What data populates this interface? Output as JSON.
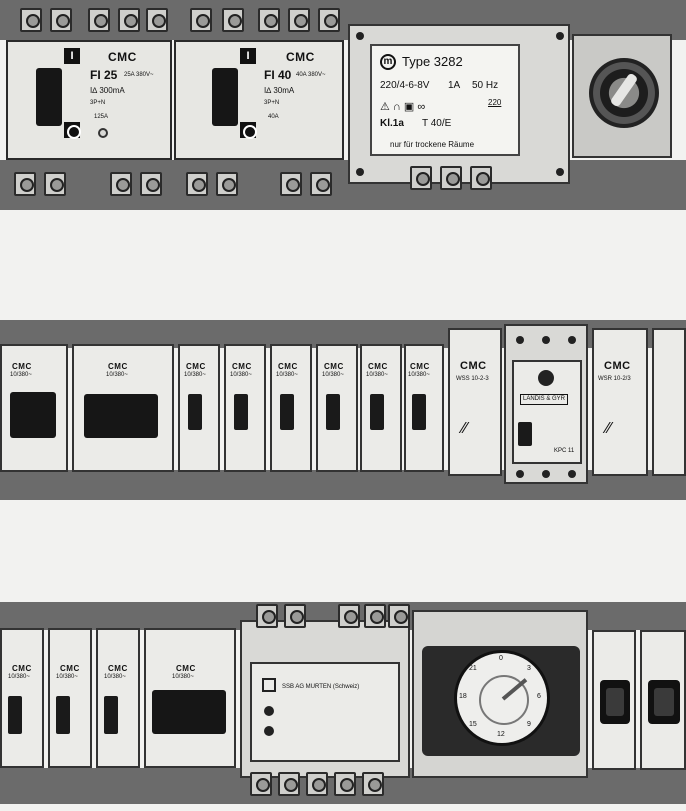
{
  "row1": {
    "breaker_a": {
      "brand": "CMC",
      "model": "FI 25",
      "spec1": "25A 380V~",
      "spec2": "I∆ 300mA",
      "spec3": "3P+N",
      "spec4": "125A",
      "on_mark": "I"
    },
    "breaker_b": {
      "brand": "CMC",
      "model": "FI 40",
      "spec1": "40A 380V~",
      "spec2": "I∆ 30mA",
      "spec3": "3P+N",
      "spec4": "40A",
      "on_mark": "I"
    },
    "transformer": {
      "type": "Type 3282",
      "voltage": "220/4-6-8V",
      "current": "1A",
      "freq": "50 Hz",
      "class": "Kl.1a",
      "temp": "T 40/E",
      "rating": "220",
      "note": "nur für trockene Räume"
    }
  },
  "row2": {
    "mcb_labels": [
      {
        "brand": "CMC",
        "spec": "10/380~"
      },
      {
        "brand": "CMC",
        "spec": "10/380~"
      },
      {
        "brand": "CMC",
        "spec": "10/380~"
      },
      {
        "brand": "CMC",
        "spec": "10/380~"
      },
      {
        "brand": "CMC",
        "spec": "10/380~"
      },
      {
        "brand": "CMC",
        "spec": "10/380~"
      },
      {
        "brand": "CMC",
        "spec": "10/380~"
      },
      {
        "brand": "CMC",
        "spec": "10/380~"
      }
    ],
    "switch_a": {
      "brand": "CMC",
      "model": "WSS 10-2-3"
    },
    "landis": {
      "brand": "LANDIS & GYR",
      "model": "KPC 11"
    },
    "switch_b": {
      "brand": "CMC",
      "model": "WSR 10-2/3"
    }
  },
  "row3": {
    "mcb_labels": [
      {
        "brand": "CMC",
        "spec": "10/380~"
      },
      {
        "brand": "CMC",
        "spec": "10/380~"
      },
      {
        "brand": "CMC",
        "spec": "10/380~"
      },
      {
        "brand": "CMC",
        "spec": "10/380~"
      }
    ],
    "relay": {
      "maker": "SSB AG MURTEN (Schweiz)"
    },
    "timer_numbers": [
      "0",
      "3",
      "6",
      "9",
      "12",
      "15",
      "18",
      "21"
    ]
  }
}
